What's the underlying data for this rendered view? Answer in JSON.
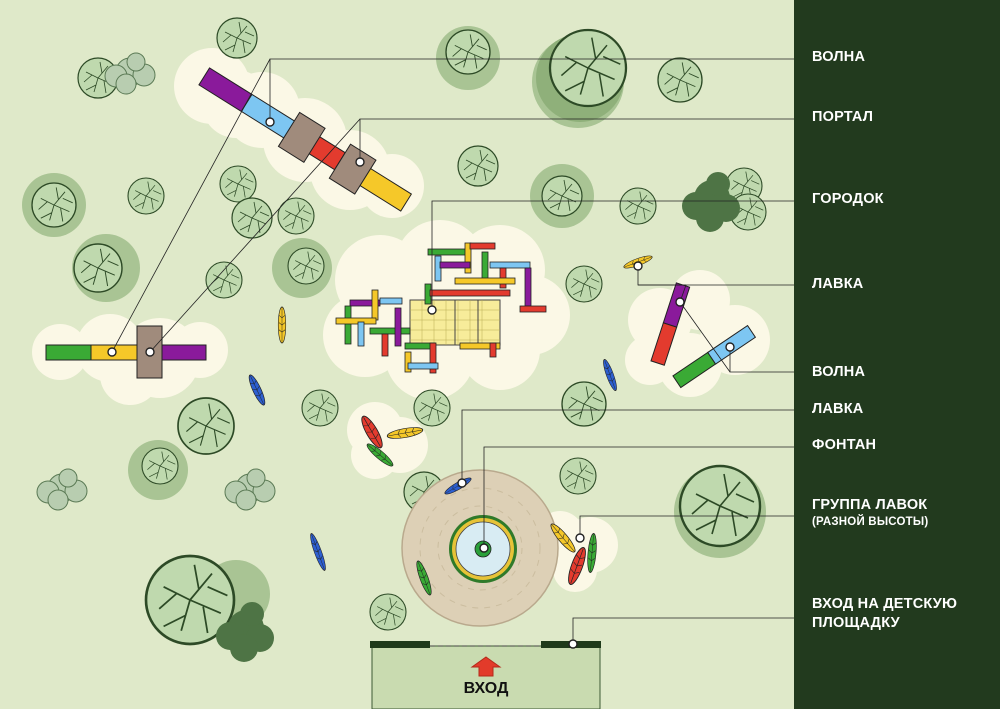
{
  "labels": {
    "wave_1": "ВОЛНА",
    "portal": "ПОРТАЛ",
    "town": "ГОРОДОК",
    "bench_1": "ЛАВКА",
    "wave_2": "ВОЛНА",
    "bench_2": "ЛАВКА",
    "fountain": "ФОНТАН",
    "bench_group": "ГРУППА ЛАВОК",
    "bench_group_note": "(РАЗНОЙ ВЫСОТЫ)",
    "entrance_line1": "ВХОД НА ДЕТСКУЮ",
    "entrance_line2": "ПЛОЩАДКУ"
  },
  "entry_label": "ВХОД",
  "icons": [
    "tree-icon",
    "shrub-icon",
    "bench-icon",
    "entry-arrow-icon",
    "fountain-icon"
  ],
  "colors": {
    "grass": "#dfe9c9",
    "legend_panel": "#223a1e",
    "clearing": "#fbf8e6",
    "tree_fill": "#bfd9ae",
    "tree_shadow": "#8fb07a",
    "plaza": "#ddd0b6",
    "fountain_water": "#d8ecf3",
    "accent_red": "#e33b2e",
    "accent_purple": "#8a1a9b",
    "accent_blue": "#7dc6f2",
    "accent_yellow": "#f5c829",
    "accent_green": "#3aaa35",
    "portal_brown": "#a08b7c"
  }
}
